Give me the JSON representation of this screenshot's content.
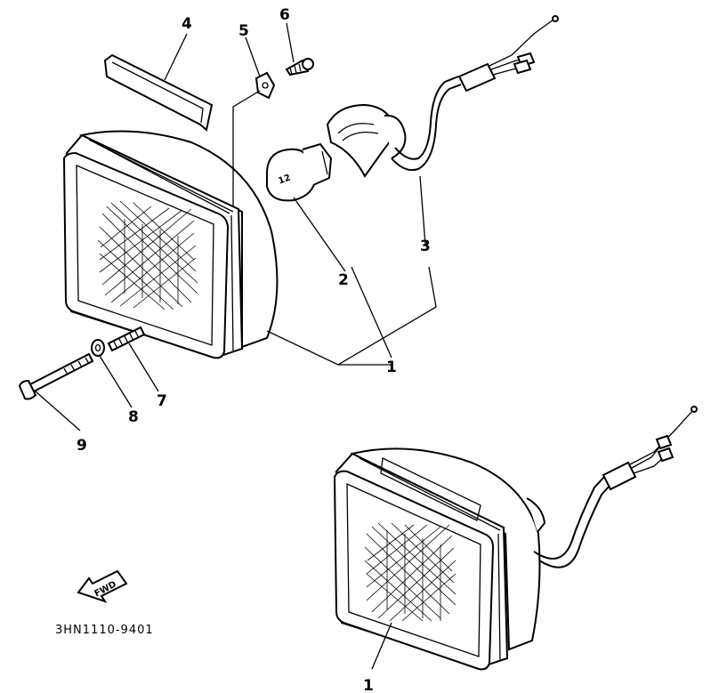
{
  "callouts": {
    "p1a": "1",
    "p1b": "1",
    "p2": "2",
    "p3": "3",
    "p4": "4",
    "p5": "5",
    "p6": "6",
    "p7": "7",
    "p8": "8",
    "p9": "9"
  },
  "fwd_label": "FWD",
  "diagram_code": "3HN1110-9401"
}
